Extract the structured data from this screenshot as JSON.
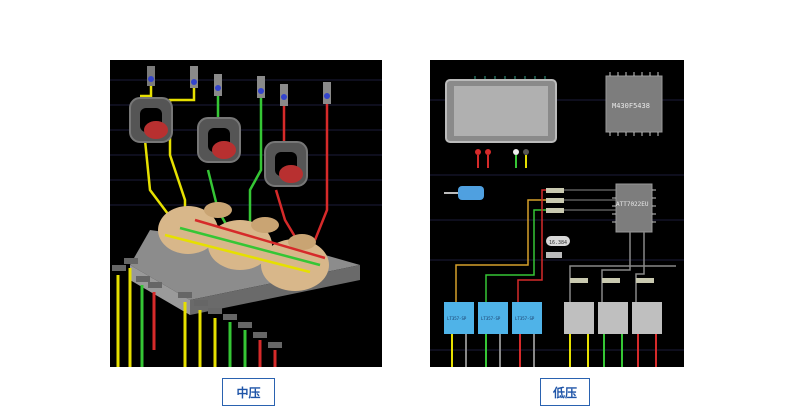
{
  "captions": {
    "medium_voltage": "中压",
    "low_voltage": "低压"
  },
  "lv_panel": {
    "mcu_label": "M430F5438",
    "metering_ic_label": "ATT7022EU",
    "crystal_label": "16.384",
    "relay_label": "LT357-SP"
  },
  "colors": {
    "background": "#000000",
    "caption_border": "#2a62b0",
    "caption_text": "#1f55a8",
    "phase_yellow": "#e6e000",
    "phase_green": "#35c635",
    "phase_red": "#d62a2a",
    "relay_blue": "#4fb3e8",
    "pcb_gray": "#6e6e6e"
  }
}
